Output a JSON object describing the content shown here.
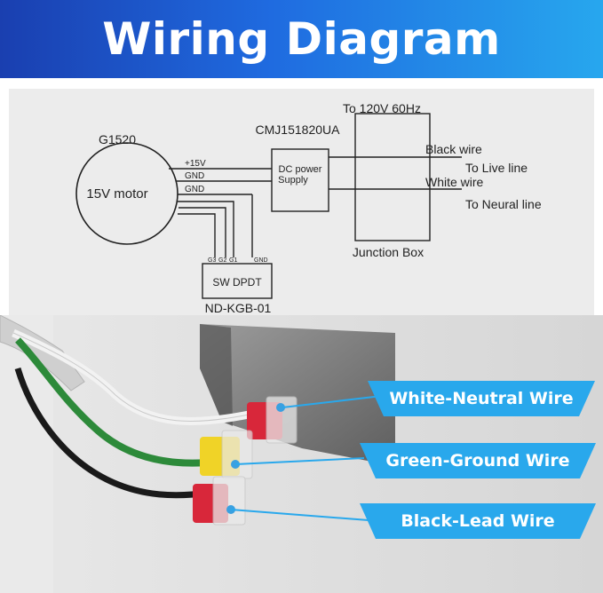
{
  "banner": {
    "title": "Wiring Diagram"
  },
  "diagram": {
    "motor_model": "G1520",
    "motor_label": "15V motor",
    "wire_plus15v": "+15V",
    "wire_gnd_1": "GND",
    "wire_gnd_2": "GND",
    "supply_model": "CMJ151820UA",
    "supply_label_line1": "DC power",
    "supply_label_line2": "Supply",
    "mains_label": "To 120V 60Hz",
    "black_wire": "Black wire",
    "live_line": "To Live line",
    "white_wire": "White wire",
    "neutral_line": "To Neural line",
    "junction_box": "Junction Box",
    "switch_pins": [
      "G3",
      "G2",
      "G1",
      "GND"
    ],
    "switch_label": "SW DPDT",
    "switch_model": "ND-KGB-01"
  },
  "callouts": [
    {
      "label": "White-Neutral Wire"
    },
    {
      "label": "Green-Ground Wire"
    },
    {
      "label": "Black-Lead Wire"
    }
  ],
  "colors": {
    "banner_start": "#1a3fb0",
    "banner_end": "#27a7ee",
    "callout": "#29a8ec",
    "diagram_bg": "#ececec"
  }
}
